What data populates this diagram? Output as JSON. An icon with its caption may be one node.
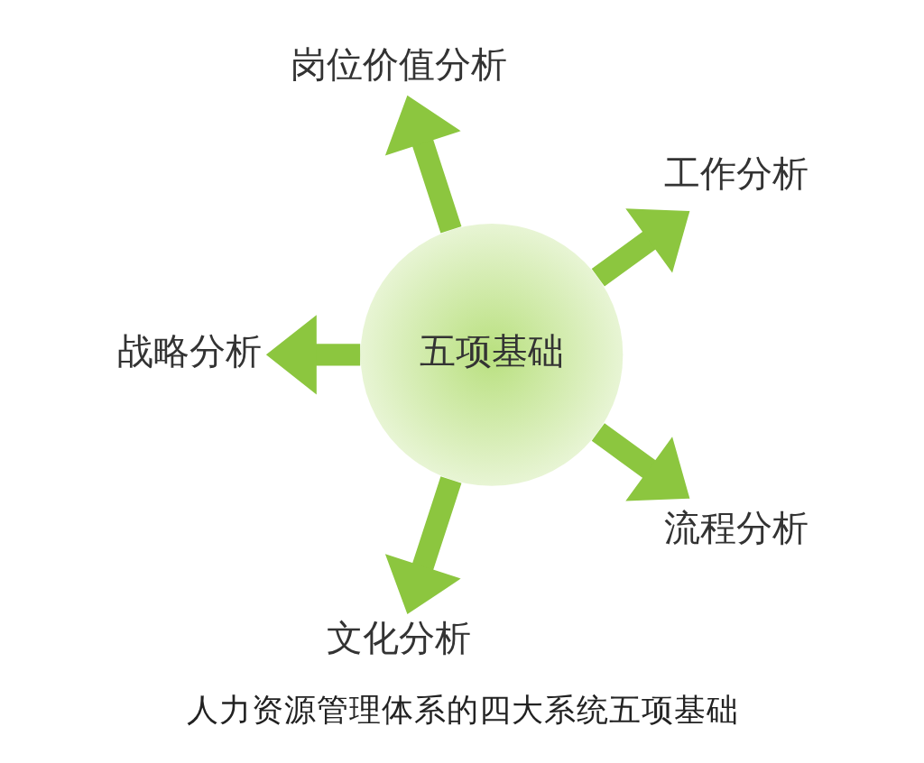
{
  "diagram": {
    "caption": "人力资源管理体系的四大系统五项基础",
    "nodes": [
      {
        "text": [
          "岗位价值分析"
        ]
      },
      {
        "text": [
          "战略分析"
        ]
      },
      {
        "text": [
          "工作分析"
        ]
      },
      {
        "text": [
          "五项基础"
        ]
      },
      {
        "text": [
          "文化分析"
        ]
      },
      {
        "text": [
          "流程分析"
        ]
      }
    ],
    "edges": [
      {
        "from": 3,
        "to": 0,
        "arrow": "to"
      },
      {
        "from": 3,
        "to": 2,
        "arrow": "to"
      },
      {
        "from": 3,
        "to": 5,
        "arrow": "to"
      },
      {
        "from": 3,
        "to": 4,
        "arrow": "to"
      },
      {
        "from": 3,
        "to": 1,
        "arrow": "to"
      }
    ]
  }
}
